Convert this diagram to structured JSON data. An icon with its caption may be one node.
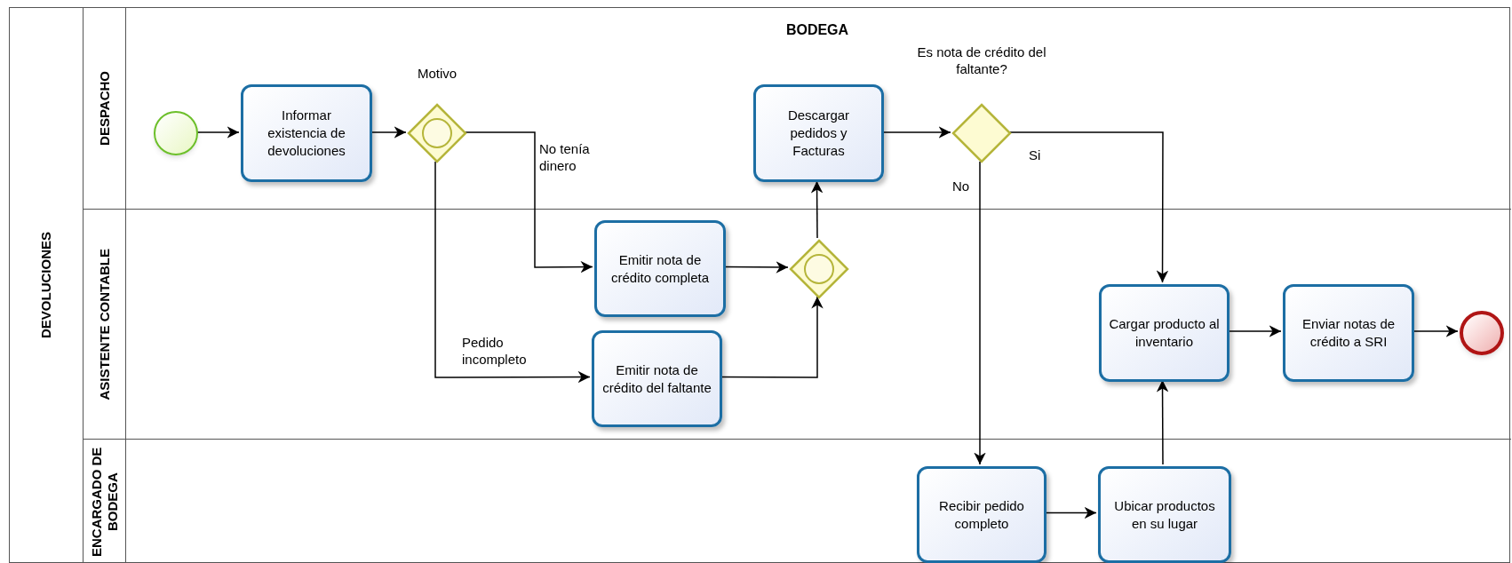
{
  "diagram": {
    "title": "BODEGA",
    "nodes": [
      {
        "text": [
          "DEVOLUCIONES"
        ]
      },
      {
        "text": [
          "DESPACHO"
        ],
        "in": 0
      },
      {
        "text": [
          "ASISTENTE CONTABLE"
        ],
        "in": 0
      },
      {
        "text": [
          "ENCARGADO DE BODEGA"
        ],
        "in": 0
      },
      {
        "text": [],
        "shape": "circle",
        "in": 1
      },
      {
        "text": [
          "Informar existencia de devoluciones"
        ],
        "in": 1
      },
      {
        "text": [
          "Motivo"
        ],
        "in": 1
      },
      {
        "text": [
          "Descargar pedidos y Facturas"
        ],
        "in": 1
      },
      {
        "text": [
          "Es nota de crédito del faltante?"
        ],
        "in": 1
      },
      {
        "text": [
          "Emitir nota de crédito completa"
        ],
        "in": 2
      },
      {
        "text": [
          "Emitir nota de crédito del faltante"
        ],
        "in": 2
      },
      {
        "text": [],
        "shape": "diamond",
        "in": 2
      },
      {
        "text": [
          "Cargar producto al inventario"
        ],
        "in": 2
      },
      {
        "text": [
          "Enviar notas de crédito a SRI"
        ],
        "in": 2
      },
      {
        "text": [],
        "shape": "circle",
        "in": 2
      },
      {
        "text": [
          "Recibir pedido completo"
        ],
        "in": 3
      },
      {
        "text": [
          "Ubicar productos en su lugar"
        ],
        "in": 3
      }
    ],
    "edges": [
      {
        "from": 4,
        "to": 5,
        "arrow": "to"
      },
      {
        "from": 5,
        "to": 6,
        "arrow": "to"
      },
      {
        "from": 6,
        "to": 9,
        "arrow": "to",
        "label": "No tenía dinero"
      },
      {
        "from": 6,
        "to": 10,
        "arrow": "to",
        "label": "Pedido incompleto"
      },
      {
        "from": 9,
        "to": 11,
        "arrow": "to"
      },
      {
        "from": 10,
        "to": 11,
        "arrow": "to"
      },
      {
        "from": 11,
        "to": 7,
        "arrow": "to"
      },
      {
        "from": 7,
        "to": 8,
        "arrow": "to"
      },
      {
        "from": 8,
        "to": 12,
        "arrow": "to",
        "label": "Si"
      },
      {
        "from": 8,
        "to": 15,
        "arrow": "to",
        "label": "No"
      },
      {
        "from": 15,
        "to": 16,
        "arrow": "to"
      },
      {
        "from": 16,
        "to": 12,
        "arrow": "to"
      },
      {
        "from": 12,
        "to": 13,
        "arrow": "to"
      },
      {
        "from": 13,
        "to": 14,
        "arrow": "to"
      }
    ]
  }
}
